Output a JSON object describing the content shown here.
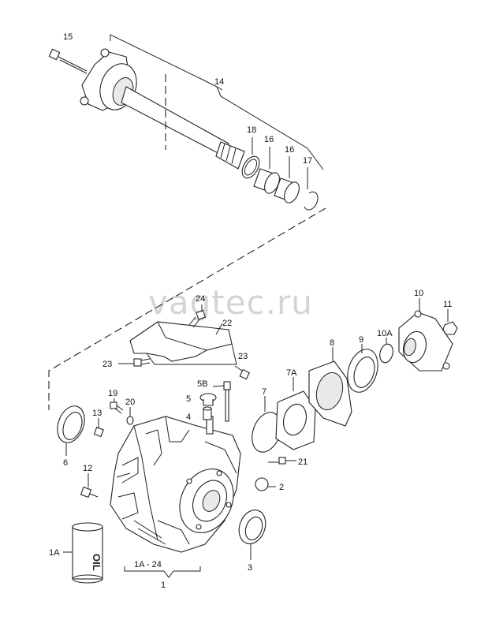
{
  "watermark": "vagtec.ru",
  "callouts": {
    "c15": "15",
    "c14": "14",
    "c18": "18",
    "c16a": "16",
    "c16b": "16",
    "c17": "17",
    "c24": "24",
    "c22": "22",
    "c23a": "23",
    "c23b": "23",
    "c5B": "5B",
    "c5": "5",
    "c4": "4",
    "c19": "19",
    "c20": "20",
    "c13": "13",
    "c6": "6",
    "c12": "12",
    "c1A": "1A",
    "c1A24": "1A - 24",
    "c1": "1",
    "c7": "7",
    "c7A": "7A",
    "c8": "8",
    "c9": "9",
    "c10A": "10A",
    "c10": "10",
    "c11": "11",
    "c21": "21",
    "c2": "2",
    "c3": "3"
  },
  "can_print": "OIL"
}
